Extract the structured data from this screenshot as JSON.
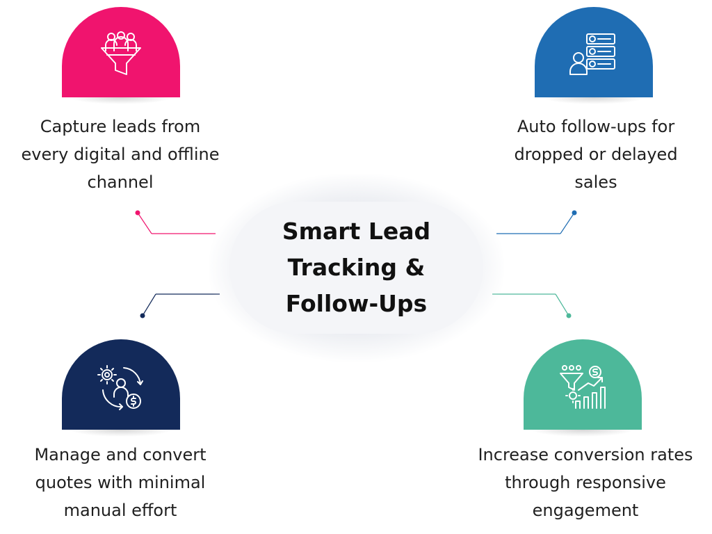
{
  "hub": {
    "title": "Smart Lead\nTracking &\nFollow-Ups"
  },
  "nodes": [
    {
      "id": "capture",
      "caption": "Capture leads from\nevery digital and offline\nchannel",
      "color": "#f0146e",
      "icon": "funnel-people-icon"
    },
    {
      "id": "auto-follow",
      "caption": "Auto follow-ups for\ndropped or delayed\nsales",
      "color": "#1f6db3",
      "icon": "checklist-user-icon"
    },
    {
      "id": "manage",
      "caption": "Manage and convert\nquotes with minimal\nmanual effort",
      "color": "#132a5a",
      "icon": "gear-cycle-dollar-icon"
    },
    {
      "id": "increase",
      "caption": "Increase conversion rates\nthrough responsive\nengagement",
      "color": "#4db89a",
      "icon": "funnel-growth-chart-icon"
    }
  ]
}
